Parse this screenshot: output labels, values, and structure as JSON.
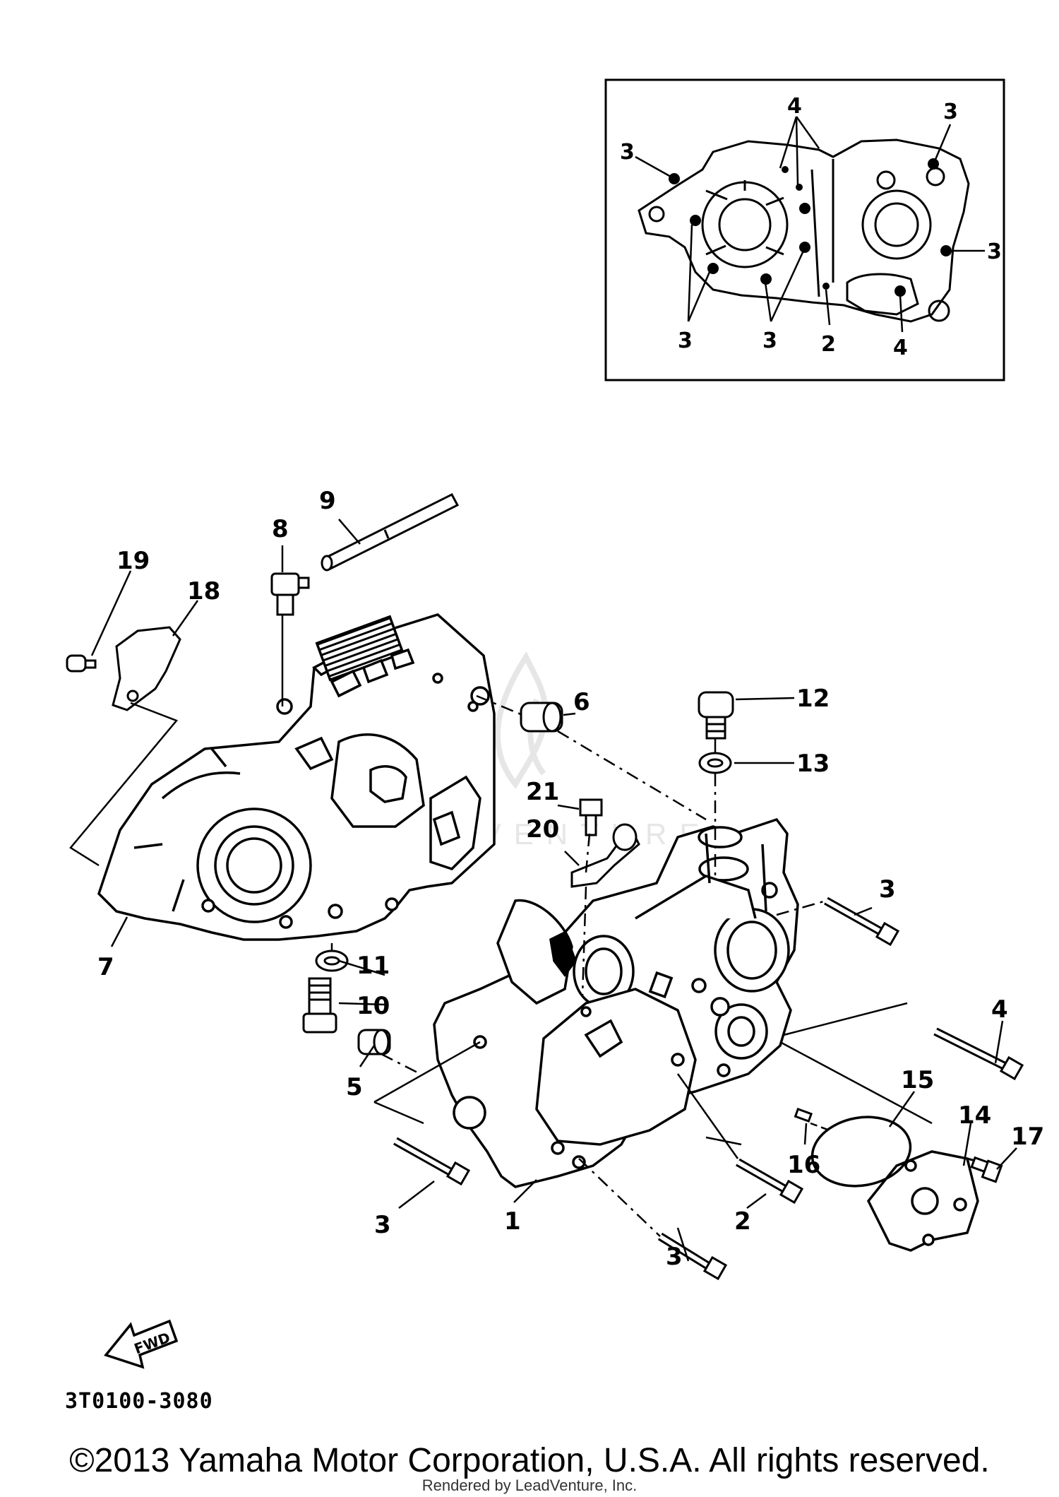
{
  "inset": {
    "labels": [
      "3",
      "4",
      "3",
      "3",
      "3",
      "3",
      "2",
      "4"
    ]
  },
  "callouts": [
    "1",
    "2",
    "3",
    "3",
    "3",
    "4",
    "5",
    "6",
    "7",
    "8",
    "9",
    "10",
    "11",
    "12",
    "13",
    "14",
    "15",
    "16",
    "17",
    "18",
    "19",
    "20",
    "21"
  ],
  "fwd_label": "FWD",
  "part_code": "3T0100-3080",
  "copyright": "©2013 Yamaha Motor Corporation, U.S.A. All rights reserved.",
  "rendered_by": "Rendered by LeadVenture, Inc.",
  "watermark": "LEADVENTURE"
}
